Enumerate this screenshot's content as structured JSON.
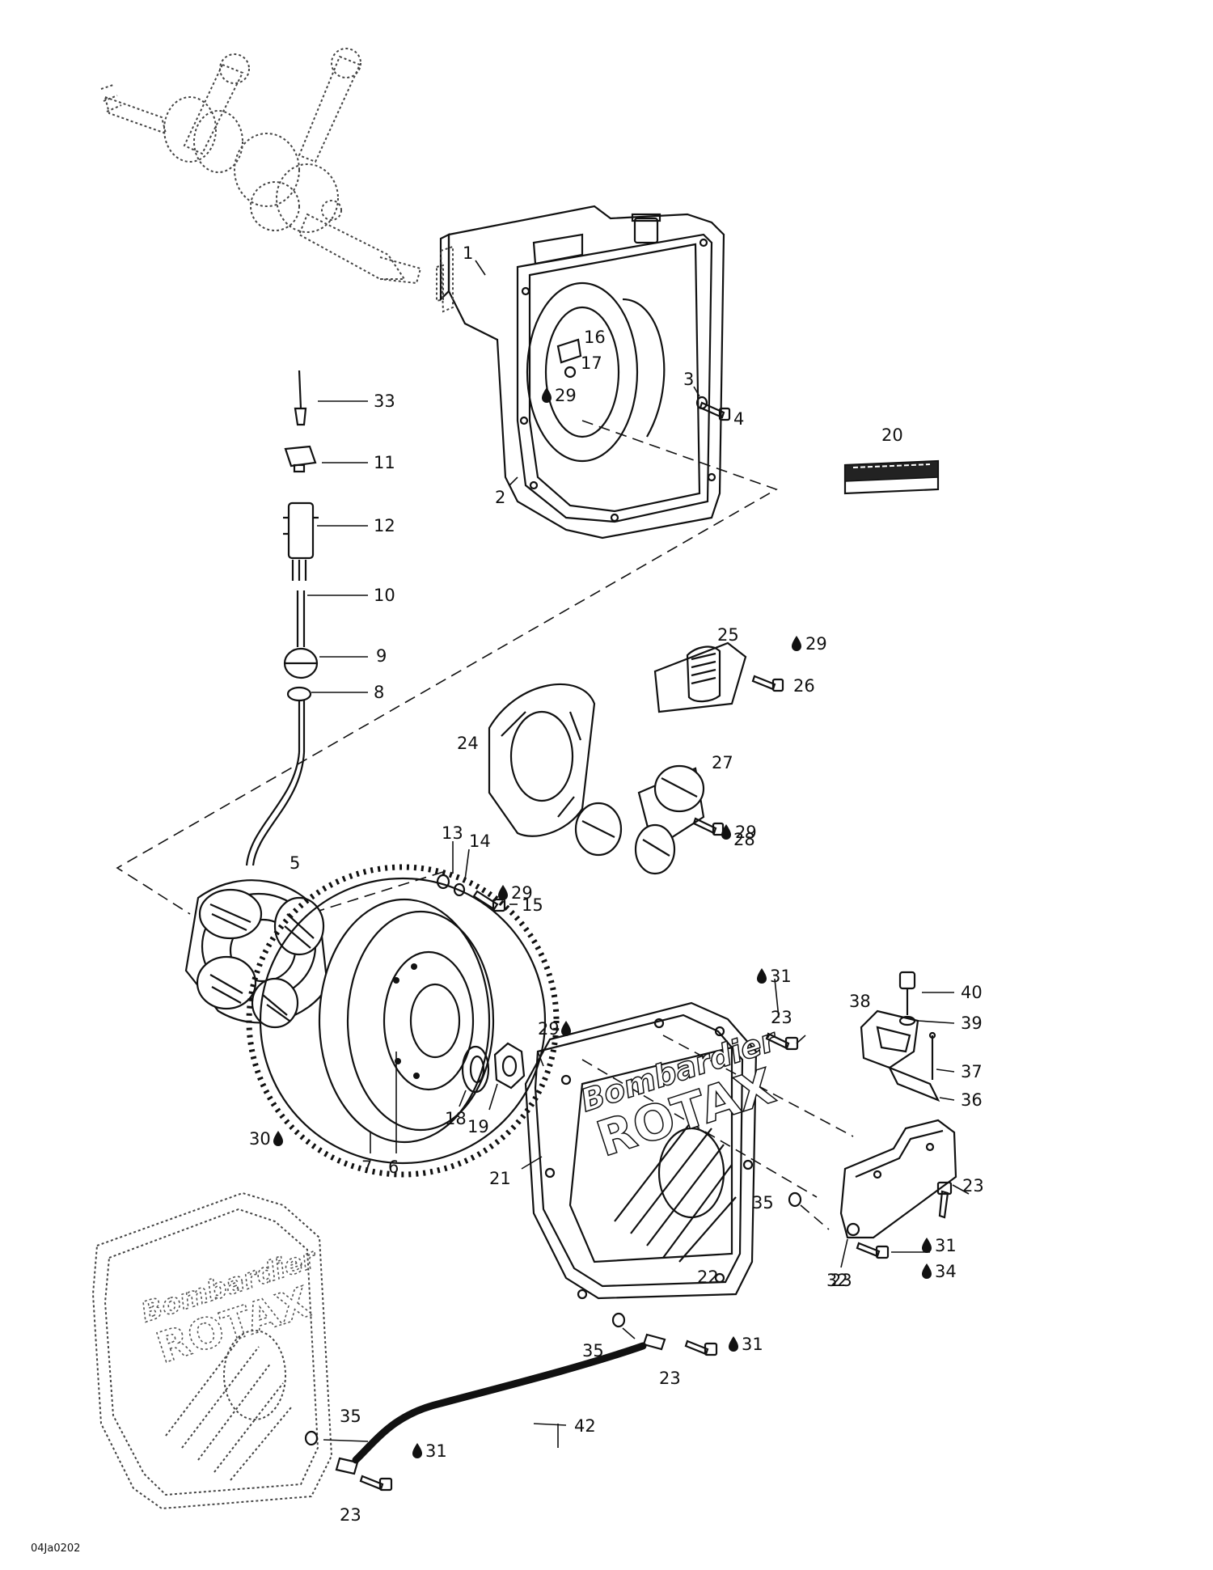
{
  "figure": {
    "code": "04Ja0202",
    "brand_lines": [
      "Bombardier",
      "ROTAX"
    ],
    "ghost_brand_lines": [
      "Bombardier",
      "ROTAX"
    ]
  },
  "callouts": [
    {
      "id": "c1",
      "text": "1"
    },
    {
      "id": "c2",
      "text": "2"
    },
    {
      "id": "c3",
      "text": "3"
    },
    {
      "id": "c4",
      "text": "4"
    },
    {
      "id": "c5",
      "text": "5"
    },
    {
      "id": "c6",
      "text": "6"
    },
    {
      "id": "c7",
      "text": "7"
    },
    {
      "id": "c8",
      "text": "8"
    },
    {
      "id": "c9",
      "text": "9"
    },
    {
      "id": "c10",
      "text": "10"
    },
    {
      "id": "c11",
      "text": "11"
    },
    {
      "id": "c12",
      "text": "12"
    },
    {
      "id": "c13",
      "text": "13"
    },
    {
      "id": "c14",
      "text": "14"
    },
    {
      "id": "c15",
      "text": "15"
    },
    {
      "id": "c16",
      "text": "16"
    },
    {
      "id": "c17",
      "text": "17"
    },
    {
      "id": "c18",
      "text": "18"
    },
    {
      "id": "c19",
      "text": "19"
    },
    {
      "id": "c20",
      "text": "20"
    },
    {
      "id": "c21",
      "text": "21"
    },
    {
      "id": "c22",
      "text": "22"
    },
    {
      "id": "c23a",
      "text": "23"
    },
    {
      "id": "c23b",
      "text": "23"
    },
    {
      "id": "c23c",
      "text": "23"
    },
    {
      "id": "c23d",
      "text": "23"
    },
    {
      "id": "c23e",
      "text": "23"
    },
    {
      "id": "c24",
      "text": "24"
    },
    {
      "id": "c25",
      "text": "25"
    },
    {
      "id": "c26",
      "text": "26"
    },
    {
      "id": "c27",
      "text": "27"
    },
    {
      "id": "c28",
      "text": "28"
    },
    {
      "id": "c29a",
      "text": "29"
    },
    {
      "id": "c29b",
      "text": "29"
    },
    {
      "id": "c29c",
      "text": "29"
    },
    {
      "id": "c29d",
      "text": "29"
    },
    {
      "id": "c29e",
      "text": "29"
    },
    {
      "id": "c30",
      "text": "30"
    },
    {
      "id": "c31a",
      "text": "31"
    },
    {
      "id": "c31b",
      "text": "31"
    },
    {
      "id": "c31c",
      "text": "31"
    },
    {
      "id": "c31d",
      "text": "31"
    },
    {
      "id": "c32",
      "text": "32"
    },
    {
      "id": "c33",
      "text": "33"
    },
    {
      "id": "c34",
      "text": "34"
    },
    {
      "id": "c35a",
      "text": "35"
    },
    {
      "id": "c35b",
      "text": "35"
    },
    {
      "id": "c35c",
      "text": "35"
    },
    {
      "id": "c36",
      "text": "36"
    },
    {
      "id": "c37",
      "text": "37"
    },
    {
      "id": "c38",
      "text": "38"
    },
    {
      "id": "c39",
      "text": "39"
    },
    {
      "id": "c40",
      "text": "40"
    },
    {
      "id": "c42",
      "text": "42"
    }
  ]
}
